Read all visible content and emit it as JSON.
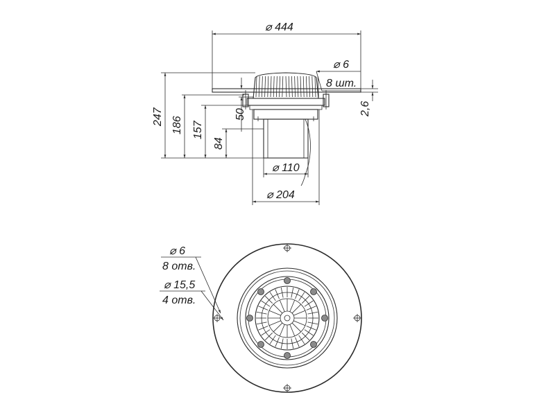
{
  "drawing": {
    "side_view": {
      "dim_overall_diameter": "444",
      "dim_bolt": "6",
      "dim_bolt_count": "8 шт.",
      "dim_thickness": "2,6",
      "dim_height_total": "247",
      "dim_height_186": "186",
      "dim_height_157": "157",
      "dim_height_84": "84",
      "dim_height_50": "50",
      "dim_pipe_diameter": "110",
      "dim_body_diameter": "204"
    },
    "plan_view": {
      "dim_hole_small": "6",
      "dim_hole_small_count": "8 отв.",
      "dim_hole_large": "15,5",
      "dim_hole_large_count": "4 отв."
    },
    "diameter_symbol": "⌀"
  }
}
